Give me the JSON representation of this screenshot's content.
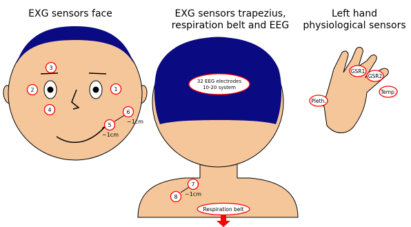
{
  "titles": {
    "face": "EXG sensors face",
    "back_line1": "EXG sensors trapezius,",
    "back_line2": "respiration belt and EEG",
    "hand_line1": "Left hand",
    "hand_line2": "physiological sensors"
  },
  "face_sensors": [
    "1",
    "2",
    "3",
    "4",
    "5",
    "6"
  ],
  "face_distance_labels": [
    "~1cm",
    "~1cm"
  ],
  "back_sensors": [
    "7",
    "8"
  ],
  "back_distance_label": "~1cm",
  "eeg": {
    "line1": "32 EEG electrodes",
    "line2": "10-20 system"
  },
  "respiration_belt": "Respiration belt",
  "hand_sensors": [
    "GSR1",
    "GSR2",
    "Temp.",
    "Pleth."
  ],
  "colors": {
    "skin": "#f5c69a",
    "hair": "#0a0a82",
    "sensor": "#ff0000",
    "arrow": "#ff0000"
  }
}
